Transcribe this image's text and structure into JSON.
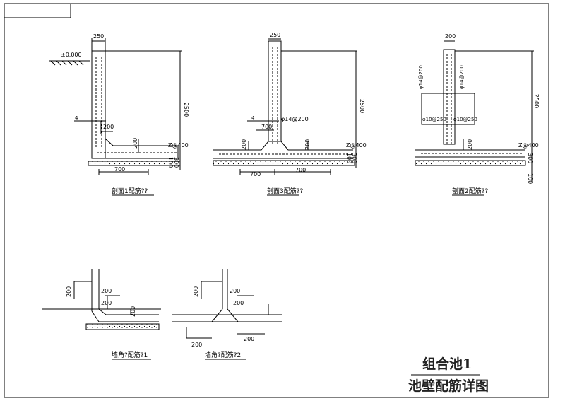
{
  "drawing": {
    "title_line1": "组合池1",
    "title_line2": "池壁配筋详图"
  },
  "detail_1": {
    "caption": "剖面1配筋??",
    "dim_top": "250",
    "dim_height": "2500",
    "dim_slab": "300",
    "dim_base": "100",
    "dim_haunch_w": "200",
    "dim_haunch_h": "200",
    "dim_bottom": "700",
    "level": "±0.000",
    "top_bar": "Z@400",
    "marker": "4"
  },
  "detail_3": {
    "caption": "剖面3配筋??",
    "dim_top": "250",
    "dim_height": "2500",
    "dim_slab": "300",
    "dim_base": "100",
    "dim_haunch_w": "700",
    "dim_haunch_h": "200",
    "dim_haunch_h2": "200",
    "dim_left": "700",
    "dim_right": "700",
    "bar_spec": "φ14@200",
    "top_bar": "Z@400",
    "marker": "4"
  },
  "detail_2": {
    "caption": "剖面2配筋??",
    "dim_top": "200",
    "dim_height": "2500",
    "dim_slab": "300",
    "dim_base": "100",
    "dim_haunch_h": "200",
    "bar_vert_left": "φ14@200",
    "bar_vert_right": "φ14@200",
    "bar_horiz_left": "φ10@250",
    "bar_horiz_right": "φ10@250",
    "top_bar": "Z@400"
  },
  "corner_1": {
    "caption": "墙角?配筋?1",
    "dim_1": "200",
    "dim_2": "200",
    "dim_3": "200",
    "dim_4": "200"
  },
  "corner_2": {
    "caption": "墙角?配筋?2",
    "dim_1": "200",
    "dim_2": "200",
    "dim_3": "200",
    "dim_4": "200",
    "dim_5": "200"
  }
}
